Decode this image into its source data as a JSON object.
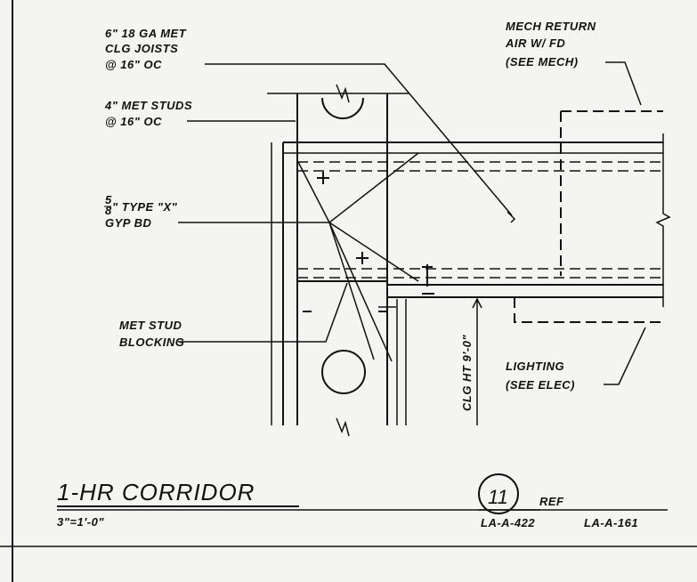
{
  "labels": {
    "joists_l1": "6\" 18 GA MET",
    "joists_l2": "CLG JOISTS",
    "joists_l3": "@ 16\" OC",
    "studs_l1": "4\" MET STUDS",
    "studs_l2": "@ 16\" OC",
    "gyp_frac_num": "5",
    "gyp_frac_den": "8",
    "gyp_l1": "\" TYPE \"X\"",
    "gyp_l2": "GYP BD",
    "blocking_l1": "MET STUD",
    "blocking_l2": "BLOCKING",
    "mech_l1": "MECH RETURN",
    "mech_l2": "AIR W/ FD",
    "mech_l3": "(SEE MECH)",
    "lighting_l1": "LIGHTING",
    "lighting_l2": "(SEE ELEC)",
    "clg_height": "CLG HT 9'-0\""
  },
  "title_block": {
    "title": "1-HR CORRIDOR",
    "scale": "3\"=1'-0\"",
    "detail_number": "11",
    "ref_label": "REF",
    "sheet_ref_1": "LA-A-422",
    "sheet_ref_2": "LA-A-161"
  },
  "colors": {
    "ink": "#111111",
    "paper": "#f4f4f2"
  }
}
